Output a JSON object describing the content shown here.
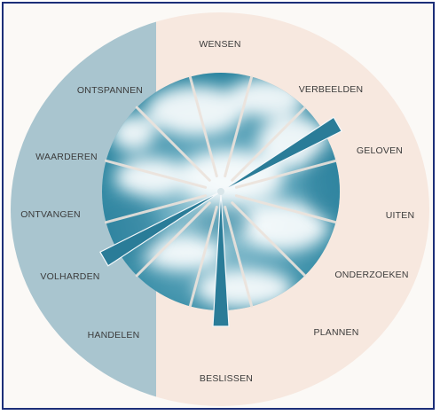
{
  "colors": {
    "frame_border": "#1c2e78",
    "paper": "#fbf9f6",
    "left_panel": "#a9c5cf",
    "right_panel": "#f7e8df",
    "sky_deep": "#1f7d99",
    "sky_light": "#ffffff",
    "pointer": "#2a7c98",
    "divider": "#ece3dc",
    "label_text": "#3b3b3b"
  },
  "labels": {
    "wensen": "WENSEN",
    "verbeelden": "VERBEELDEN",
    "geloven": "GELOVEN",
    "uiten": "UITEN",
    "onderzoeken": "ONDERZOEKEN",
    "plannen": "PLANNEN",
    "beslissen": "BESLISSEN",
    "handelen": "HANDELEN",
    "volharden": "VOLHARDEN",
    "ontvangen": "ONTVANGEN",
    "waarderen": "WAARDEREN",
    "ontspannen": "ONTSPANNEN"
  },
  "pointers": [
    {
      "name": "pointer-ontspannen",
      "angle_deg": 240
    },
    {
      "name": "pointer-verbeelden",
      "angle_deg": 60
    },
    {
      "name": "pointer-beslissen",
      "angle_deg": 180
    }
  ]
}
